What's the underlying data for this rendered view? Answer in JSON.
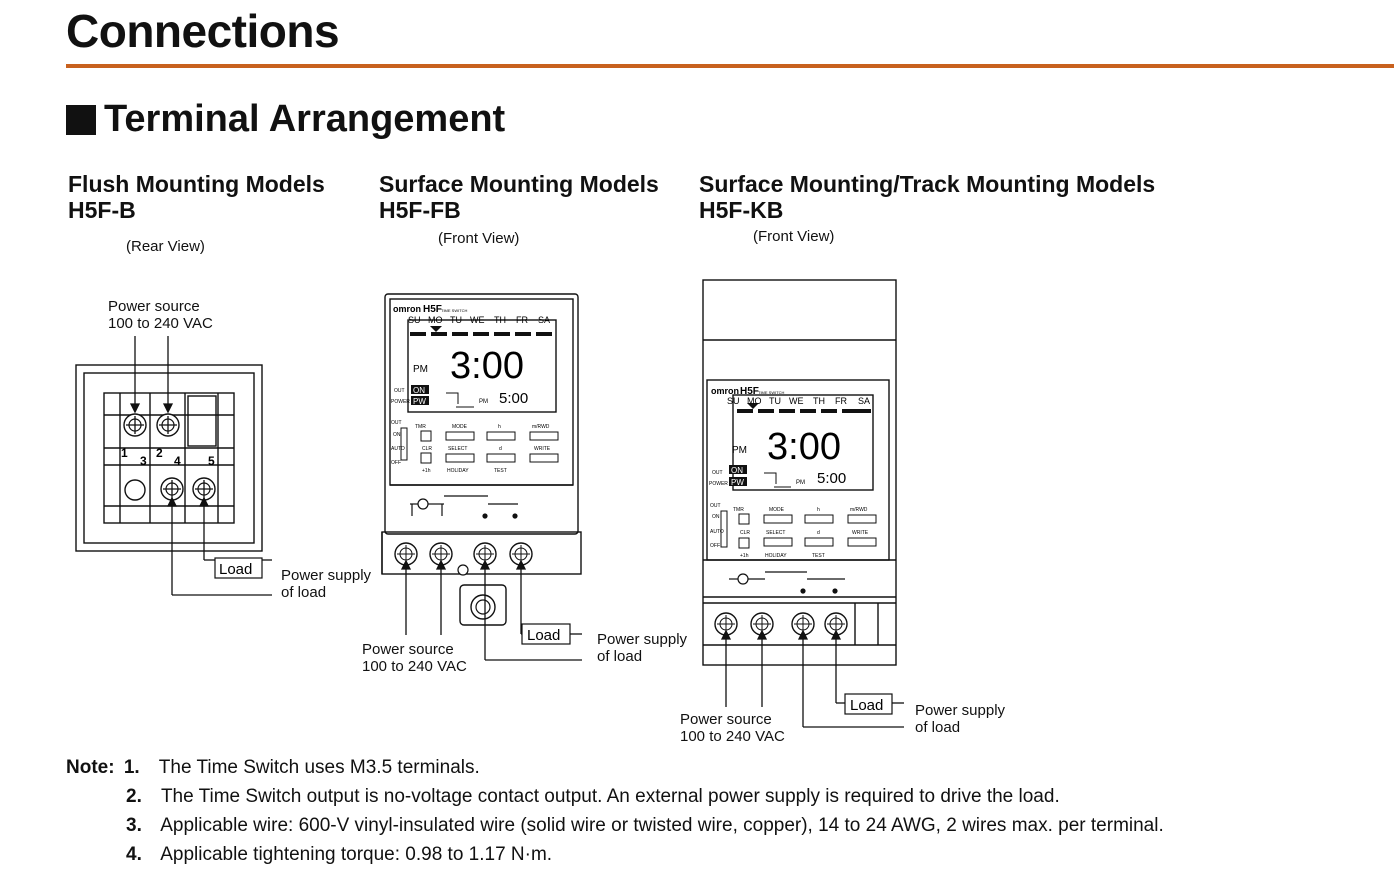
{
  "page_title": "Connections",
  "section_title": "Terminal Arrangement",
  "columns": [
    {
      "heading": "Flush Mounting Models",
      "model": "H5F-B",
      "view": "(Rear View)"
    },
    {
      "heading": "Surface Mounting Models",
      "model": "H5F-FB",
      "view": "(Front View)"
    },
    {
      "heading": "Surface Mounting/Track Mounting Models",
      "model": "H5F-KB",
      "view": "(Front View)"
    }
  ],
  "labels": {
    "power_source_line1": "Power source",
    "power_source_line2": "100 to 240 VAC",
    "load": "Load",
    "power_supply_line1": "Power supply",
    "power_supply_line2": "of load"
  },
  "terminals": [
    "1",
    "2",
    "3",
    "4",
    "5"
  ],
  "device": {
    "brand": "omron",
    "model": "H5F",
    "subtitle": "TIME SWITCH",
    "days": [
      "SU",
      "MO",
      "TU",
      "WE",
      "TH",
      "FR",
      "SA"
    ],
    "time": "3:00",
    "period": "PM",
    "small_time": "5:00",
    "small_period": "PM",
    "out_label": "OUT",
    "power_label": "POWER",
    "on_badge": "ON",
    "pw_badge": "PW",
    "switch_labels": [
      "OUT",
      "ON",
      "AUTO",
      "OFF"
    ],
    "buttons_row1": [
      "TMR",
      "MODE",
      "h",
      "m/RWD"
    ],
    "buttons_row2": [
      "CLR",
      "SELECT",
      "d",
      "WRITE"
    ],
    "buttons_row3": [
      "+1h",
      "HOLIDAY",
      "TEST",
      ""
    ]
  },
  "notes": {
    "heading": "Note:",
    "items": [
      {
        "num": "1.",
        "text": "The Time Switch uses M3.5 terminals."
      },
      {
        "num": "2.",
        "text": "The Time Switch output is no-voltage contact output. An external power supply is required to drive the load."
      },
      {
        "num": "3.",
        "text": "Applicable wire: 600-V vinyl-insulated wire (solid wire or twisted wire, copper), 14 to 24 AWG, 2 wires max. per terminal."
      },
      {
        "num": "4.",
        "text": "Applicable tightening torque: 0.98 to 1.17 N·m."
      }
    ]
  },
  "colors": {
    "accent_rule": "#c8611e",
    "ink": "#111111"
  }
}
